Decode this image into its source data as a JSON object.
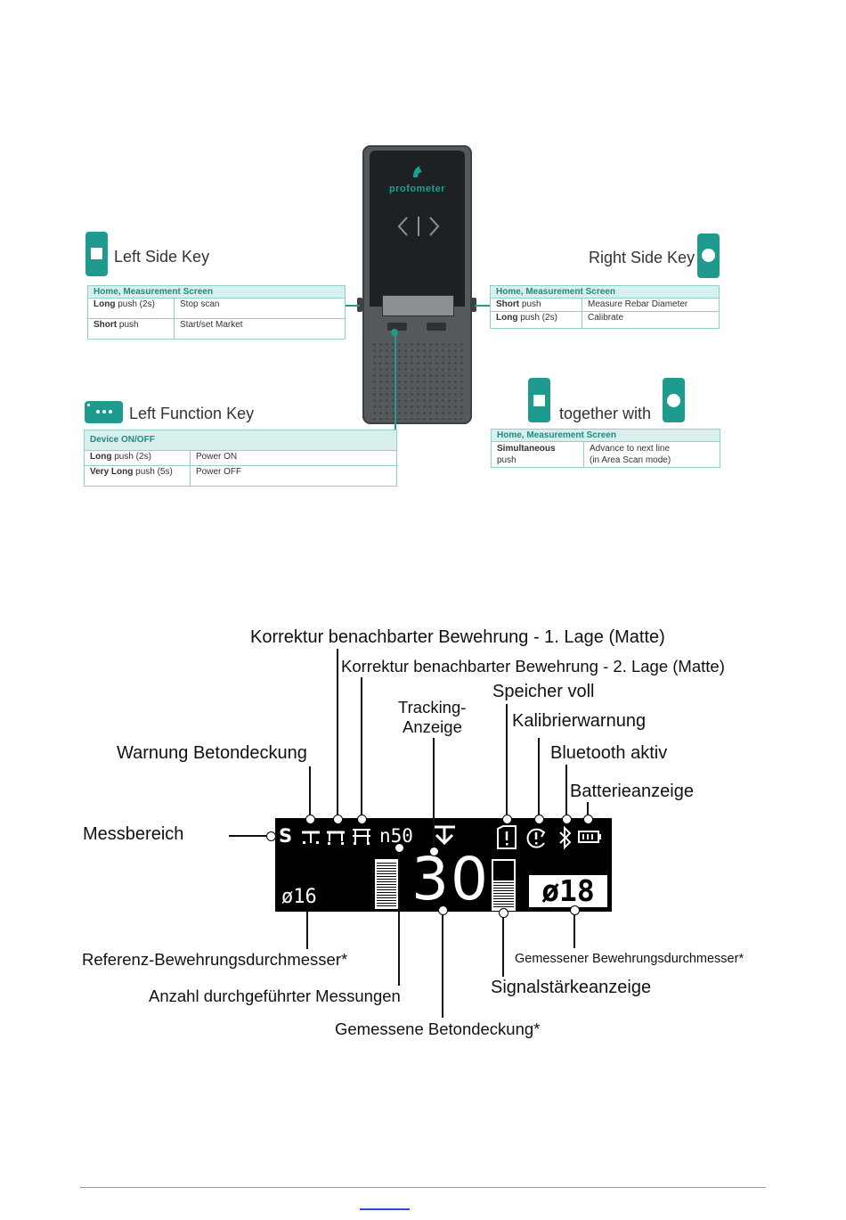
{
  "device": {
    "brand": "profometer"
  },
  "left_side_key": {
    "title": "Left Side Key",
    "header": "Home, Measurement Screen",
    "rows": [
      {
        "bold": "Long",
        "rest": " push (2s)",
        "action": "Stop scan"
      },
      {
        "bold": "Short",
        "rest": " push",
        "action": "Start/set Market"
      }
    ]
  },
  "right_side_key": {
    "title": "Right Side Key",
    "header": "Home, Measurement Screen",
    "rows": [
      {
        "bold": "Short",
        "rest": " push",
        "action": "Measure Rebar Diameter"
      },
      {
        "bold": "Long",
        "rest": " push (2s)",
        "action": "Calibrate"
      }
    ]
  },
  "left_function_key": {
    "title": "Left Function Key",
    "header": "Device ON/OFF",
    "rows": [
      {
        "bold": "Long",
        "rest": " push (2s)",
        "action": "Power ON"
      },
      {
        "bold": "Very Long",
        "rest": " push (5s)",
        "action": "Power OFF"
      }
    ]
  },
  "together": {
    "title": "together with",
    "header": "Home, Measurement Screen",
    "row_bold": "Simultaneous",
    "row_rest": "push",
    "action_line1": "Advance to next line",
    "action_line2": "(in Area Scan mode)"
  },
  "display": {
    "range_letter": "S",
    "count": "n50",
    "ref_diameter": "ø16",
    "cover": "30",
    "measured_diameter": "ø18"
  },
  "labels": {
    "korrektur_1": "Korrektur benachbarter Bewehrung - 1. Lage (Matte)",
    "korrektur_2": "Korrektur benachbarter Bewehrung - 2. Lage (Matte)",
    "speicher": "Speicher voll",
    "tracking_1": "Tracking-",
    "tracking_2": "Anzeige",
    "kalibrier": "Kalibrierwarnung",
    "warnung": "Warnung Betondeckung",
    "bluetooth": "Bluetooth aktiv",
    "batterie": "Batterieanzeige",
    "messbereich": "Messbereich",
    "referenz": "Referenz-Bewehrungsdurchmesser*",
    "gemessener_durchmesser": "Gemessener Bewehrungsdurchmesser*",
    "anzahl": "Anzahl durchgeführter Messungen",
    "signal": "Signalstärkeanzeige",
    "gemessene_deckung": "Gemessene Betondeckung*"
  },
  "colors": {
    "teal": "#1f9a8e",
    "table_header_bg": "#d8f0ed",
    "display_bg": "#000000"
  }
}
